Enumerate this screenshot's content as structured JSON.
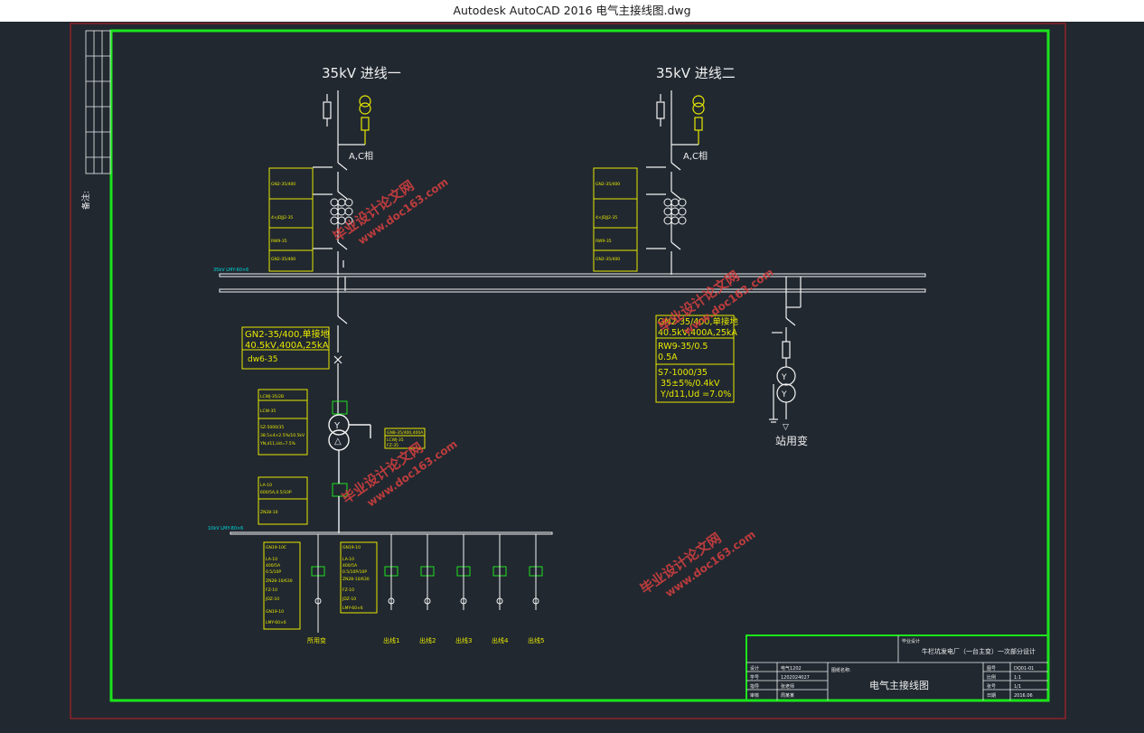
{
  "window": {
    "title": "Autodesk AutoCAD 2016    电气主接线图.dwg"
  },
  "drawing": {
    "incoming_line_1": "35kV 进线一",
    "incoming_line_2": "35kV 进线二",
    "phase_mark": "A,C相",
    "left_equipment_labels": [
      "GN2-35/400",
      "4×JDJJ2-35",
      "RW9-35",
      "GN2-35/400"
    ],
    "right_equipment_labels": [
      "GN2-35/400",
      "4×JDJJ2-35",
      "RW9-35",
      "GN2-35/400"
    ],
    "bus_35kv_label": "35kV LMY-60×6",
    "bus_10kv_label": "10kV LMY-80×6",
    "feeder_disconnect_lines": [
      "GN2-35/400,单接地",
      "40.5kV,400A,25kA"
    ],
    "feeder_breaker": "dw6-35",
    "station_panel": {
      "lines": [
        "GN2-35/400,单接地",
        "40.5kV,400A,25kA",
        "RW9-35/0.5",
        "0.5A",
        "S7-1000/35",
        " 35±5%/0.4kV",
        " Y/d11,Ud =7.0%"
      ]
    },
    "station_transformer": "站用变",
    "main_transformer_labels": [
      "LCWJ-35/2B",
      "LCW-35",
      "SZ-5000/35",
      "38.5±4×2.5%/10.5kV",
      "YN,d11,Ud=7.5%"
    ],
    "neutral_labels": [
      "GN8-35/400,400A",
      "LCWJ-35",
      "FZ-35"
    ],
    "low_side_labels": [
      "LA-10",
      "600/5A,0.5/10P",
      "ZN28-10"
    ],
    "feeder_panel_1": [
      "GN19-10C",
      "LA-10",
      "400/5A",
      "0.5/10P",
      "ZN28-10/630",
      "FZ-10",
      "JDZ-10",
      "GN19-10",
      "LMY-60×6"
    ],
    "feeder_panel_2": [
      "GN19-10",
      "LA-10",
      "400/5A",
      "0.5/10P/10P",
      "ZN28-10/630",
      "FZ-10",
      "JDZ-10",
      "LMY-60×6"
    ],
    "feeder_names": [
      "所用变",
      "出线1",
      "出线2",
      "出线3",
      "出线4",
      "出线5"
    ],
    "watermark": {
      "line1": "毕业设计论文网",
      "line2": "www.doc163.com"
    },
    "side_note": "备注:",
    "titleblock": {
      "school": "毕业设计",
      "project": "牛栏坑发电厂（一台主变）一次部分设计",
      "drawing_name_label": "图纸名称:",
      "drawing_name": "电气主接线图",
      "left_rows": [
        [
          "设计",
          "电气1202"
        ],
        [
          "学号",
          "1202024027"
        ],
        [
          "指导",
          "张老师"
        ],
        [
          "审核",
          "周某某"
        ]
      ],
      "right_rows": [
        [
          "图号",
          "DQ01-01"
        ],
        [
          "比例",
          "1:1"
        ],
        [
          "张号",
          "1/1"
        ],
        [
          "日期",
          "2016.06"
        ]
      ]
    },
    "colors": {
      "background": "#212830",
      "frame_green": "#1ce41c",
      "red_border": "#c42020",
      "yellow": "#e8e800",
      "white": "#f4f4f4",
      "cyan": "#00d8d8",
      "green": "#20e020",
      "watermark": "#d84040"
    }
  }
}
